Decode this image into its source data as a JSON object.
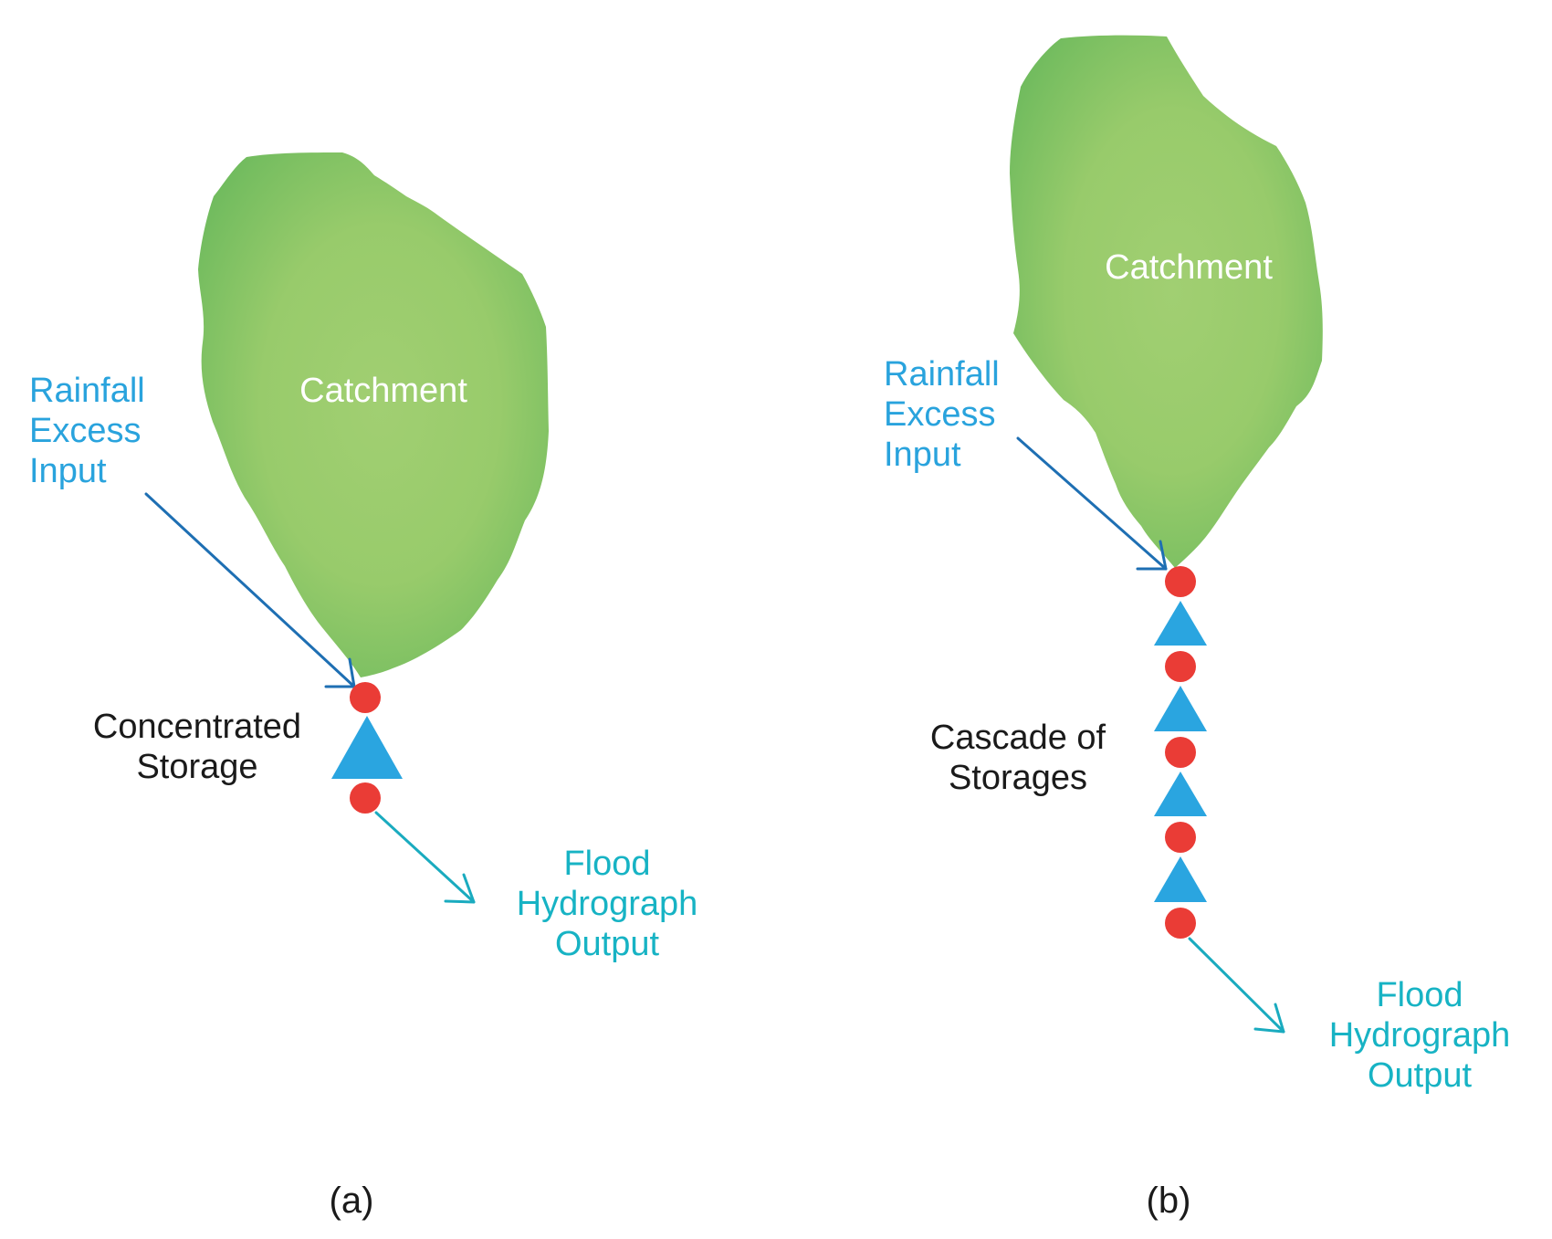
{
  "colors": {
    "catchment_light": "#a1cf72",
    "catchment_dark": "#70bb5e",
    "node_red": "#ea3c36",
    "storage_blue": "#2aa5e0",
    "rainfall_text": "#29a3dd",
    "rainfall_arrow": "#1e6fb3",
    "flood_text": "#17b3c4",
    "flood_arrow": "#1aabbf",
    "dark_text": "#1a1a1a"
  },
  "icons": {
    "node": "red-circle",
    "storage": "blue-triangle",
    "input_arrow": "arrow-down-right",
    "output_arrow": "arrow-down-right"
  },
  "panel_a": {
    "catchment_label": "Catchment",
    "rainfall_label": [
      "Rainfall",
      "Excess",
      "Input"
    ],
    "storage_label": [
      "Concentrated",
      "Storage"
    ],
    "flood_label": [
      "Flood",
      "Hydrograph",
      "Output"
    ],
    "panel_label": "(a)",
    "storage_count": 1
  },
  "panel_b": {
    "catchment_label": "Catchment",
    "rainfall_label": [
      "Rainfall",
      "Excess",
      "Input"
    ],
    "storage_label": [
      "Cascade of",
      "Storages"
    ],
    "flood_label": [
      "Flood",
      "Hydrograph",
      "Output"
    ],
    "panel_label": "(b)",
    "storage_count": 4
  }
}
